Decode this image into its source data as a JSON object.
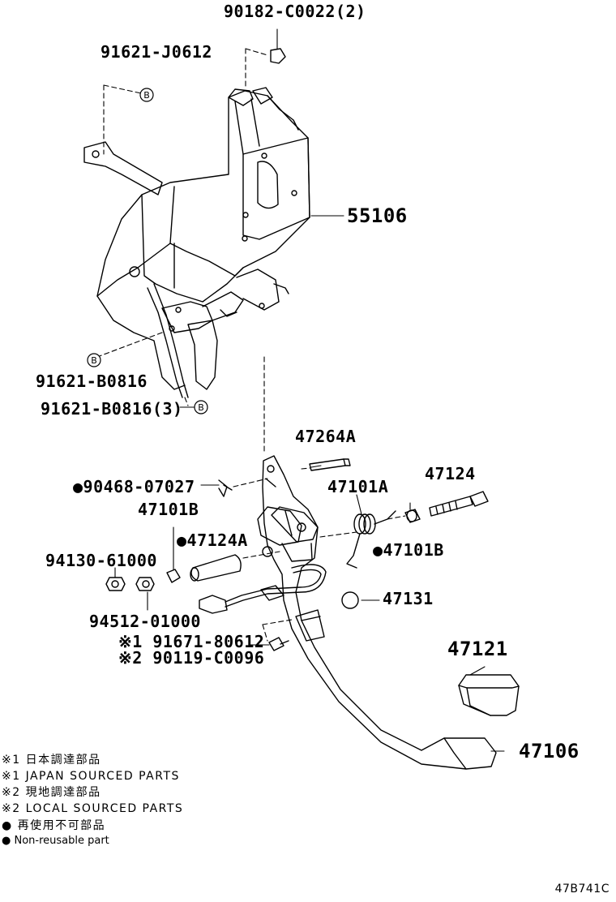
{
  "parts": {
    "p1": "90182-C0022(2)",
    "p2": "91621-J0612",
    "p3": "55106",
    "p4": "91621-B0816",
    "p5": "91621-B0816(3)",
    "p6": "47264A",
    "p7": "●90468-07027",
    "p8": "47101A",
    "p9": "47124",
    "p10": "47101B",
    "p11": "●47124A",
    "p12": "●47101B",
    "p13": "94130-61000",
    "p14": "47131",
    "p15": "94512-01000",
    "p16": "※1 91671-80612",
    "p17": "※2 90119-C0096",
    "p18": "47121",
    "p19": "47106"
  },
  "callout_letter": "B",
  "notes": {
    "n1": "※1 日本調達部品",
    "n2": "※1 JAPAN SOURCED PARTS",
    "n3": "※2 現地調達部品",
    "n4": "※2 LOCAL SOURCED PARTS",
    "n5": "● 再使用不可部品",
    "n6": "● Non-reusable part"
  },
  "diagram_code": "47B741C"
}
